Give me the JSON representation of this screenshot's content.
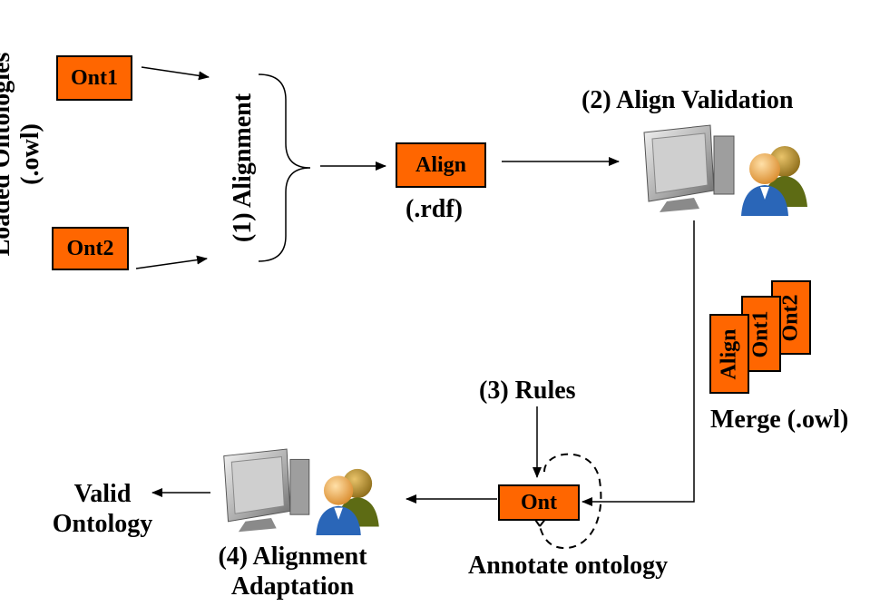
{
  "inputs": {
    "group_label_line1": "Loaded Ontologies",
    "group_label_line2": "(.owl)",
    "ont1": "Ont1",
    "ont2": "Ont2"
  },
  "steps": {
    "alignment": "(1) Alignment",
    "align_validation": "(2) Align Validation",
    "rules": "(3) Rules",
    "adaptation_line1": "(4) Alignment",
    "adaptation_line2": "Adaptation"
  },
  "align": {
    "box": "Align",
    "format": "(.rdf)"
  },
  "merge": {
    "align": "Align",
    "ont1": "Ont1",
    "ont2": "Ont2",
    "label": "Merge (.owl)"
  },
  "annotate": {
    "box": "Ont",
    "label": "Annotate ontology"
  },
  "output": {
    "line1": "Valid",
    "line2": "Ontology"
  },
  "colors": {
    "box_fill": "#ff6600",
    "stroke": "#000000"
  },
  "icons": [
    "computer-user-icon",
    "computer-user-icon"
  ]
}
